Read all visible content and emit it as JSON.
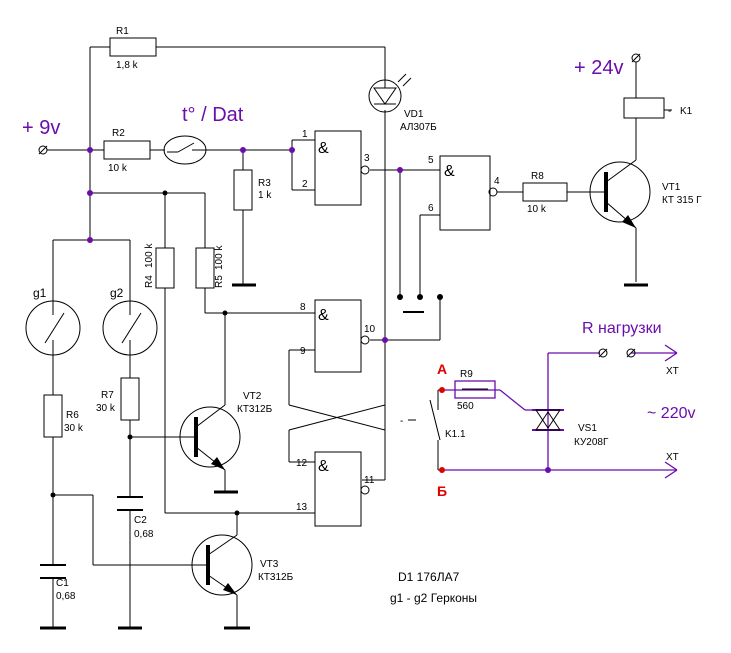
{
  "supplies": {
    "plus9v": "+ 9v",
    "plus24v": "+ 24v",
    "ac": "~ 220v"
  },
  "sensor": {
    "label": "t° / Dat"
  },
  "resistors": {
    "r1": {
      "name": "R1",
      "value": "1,8 k"
    },
    "r2": {
      "name": "R2",
      "value": "10 k"
    },
    "r3": {
      "name": "R3",
      "value": "1 k"
    },
    "r4": {
      "name": "R4",
      "value": "100 k"
    },
    "r5": {
      "name": "R5",
      "value": "100 k"
    },
    "r6": {
      "name": "R6",
      "value": "30 k"
    },
    "r7": {
      "name": "R7",
      "value": "30 k"
    },
    "r8": {
      "name": "R8",
      "value": "10 k"
    },
    "r9": {
      "name": "R9",
      "value": "560"
    }
  },
  "capacitors": {
    "c1": {
      "name": "C1",
      "value": "0,68"
    },
    "c2": {
      "name": "C2",
      "value": "0,68"
    }
  },
  "transistors": {
    "vt1": {
      "name": "VT1",
      "model": "КТ 315 Г"
    },
    "vt2": {
      "name": "VT2",
      "model": "КТ312Б"
    },
    "vt3": {
      "name": "VT3",
      "model": "КТ312Б"
    }
  },
  "diode": {
    "name": "VD1",
    "model": "АЛ307Б"
  },
  "thyristor": {
    "name": "VS1",
    "model": "КУ208Г"
  },
  "relay": {
    "coil": "K1",
    "contact": "K1.1",
    "dash_coil": "-",
    "dash_contact": "-"
  },
  "reeds": {
    "g1": "g1",
    "g2": "g2"
  },
  "gate": {
    "symbol": "&"
  },
  "pins": [
    "1",
    "2",
    "3",
    "5",
    "6",
    "4",
    "8",
    "9",
    "10",
    "12",
    "13",
    "11"
  ],
  "load": {
    "label": "R нагрузки",
    "xt1": "XT",
    "xt2": "XT"
  },
  "points": {
    "a": "А",
    "b": "Б"
  },
  "notes": {
    "chip": "D1  176ЛА7",
    "reeds": "g1 - g2  Герконы"
  }
}
